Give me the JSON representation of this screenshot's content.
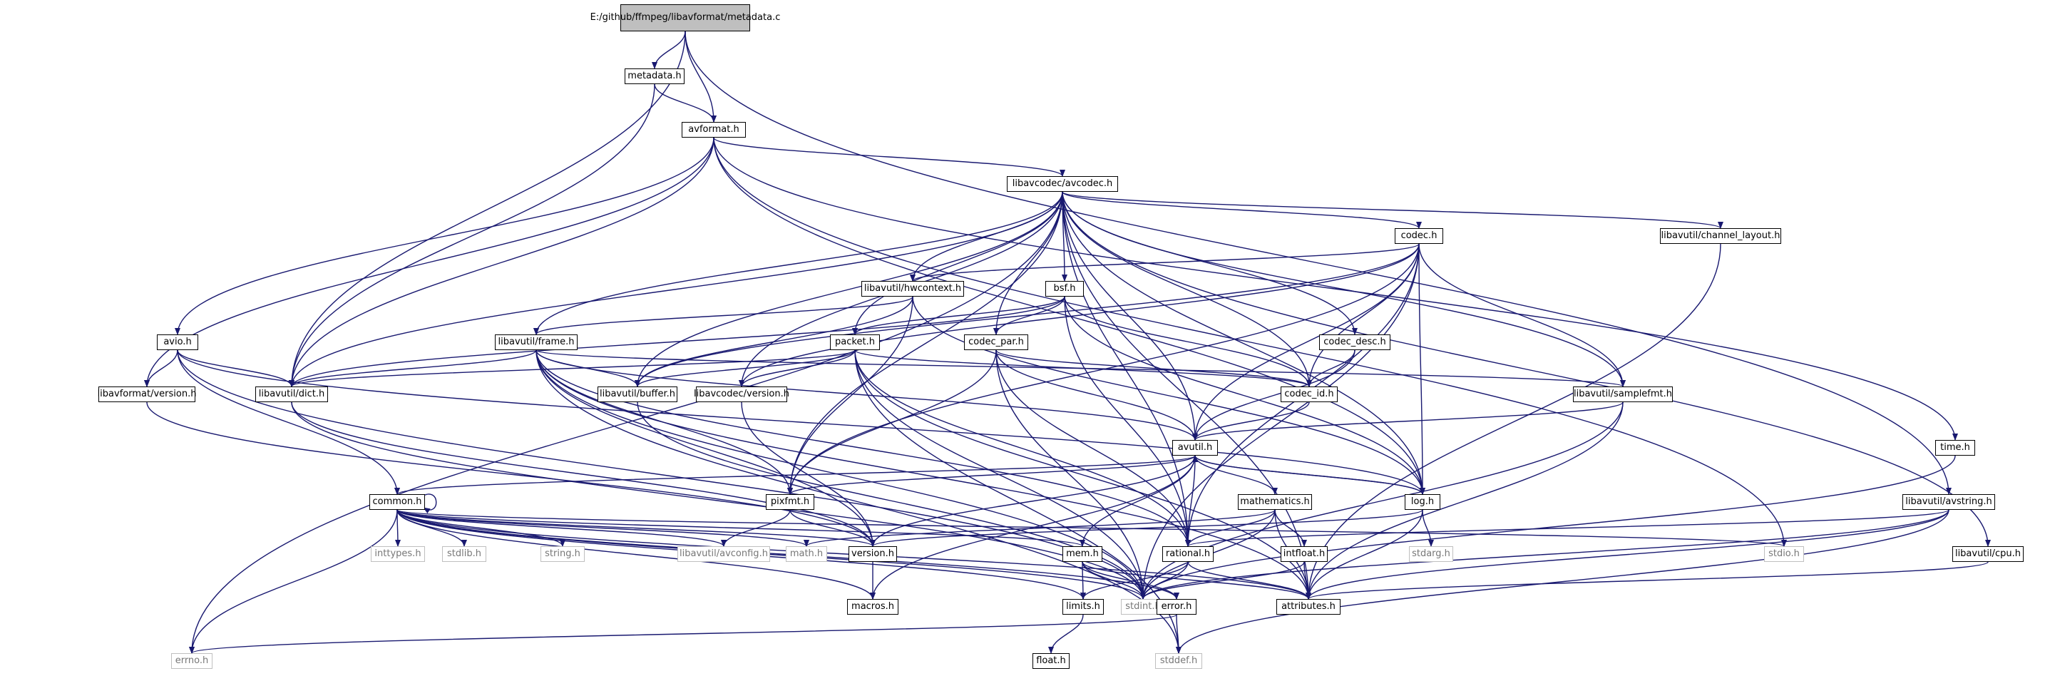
{
  "colors": {
    "edge": "#191970",
    "root_fill": "#bfbfbf",
    "system_border": "#bfbfbf",
    "system_text": "#777777"
  },
  "nodes": {
    "root": "E:/github/ffmpeg/libavformat/metadata.c",
    "metadata_h": "metadata.h",
    "avformat_h": "avformat.h",
    "avcodec_h": "libavcodec/avcodec.h",
    "codec_h": "codec.h",
    "channel_layout_h": "libavutil/channel_layout.h",
    "hwcontext_h": "libavutil/hwcontext.h",
    "bsf_h": "bsf.h",
    "avio_h": "avio.h",
    "frame_h": "libavutil/frame.h",
    "packet_h": "packet.h",
    "codec_par_h": "codec_par.h",
    "codec_desc_h": "codec_desc.h",
    "lavf_version_h": "libavformat/version.h",
    "dict_h": "libavutil/dict.h",
    "buffer_h": "libavutil/buffer.h",
    "lavc_version_h": "libavcodec/version.h",
    "codec_id_h": "codec_id.h",
    "samplefmt_h": "libavutil/samplefmt.h",
    "time_h": "time.h",
    "avutil_h": "avutil.h",
    "common_h": "common.h",
    "pixfmt_h": "pixfmt.h",
    "log_h": "log.h",
    "mathematics_h": "mathematics.h",
    "avstring_h": "libavutil/avstring.h",
    "inttypes_h": "inttypes.h",
    "stdlib_h": "stdlib.h",
    "string_h": "string.h",
    "avconfig_h": "libavutil/avconfig.h",
    "math_h": "math.h",
    "version_h": "version.h",
    "mem_h": "mem.h",
    "rational_h": "rational.h",
    "intfloat_h": "intfloat.h",
    "stdarg_h": "stdarg.h",
    "stdio_h": "stdio.h",
    "cpu_h": "libavutil/cpu.h",
    "macros_h": "macros.h",
    "limits_h": "limits.h",
    "stdint_h": "stdint.h",
    "attributes_h": "attributes.h",
    "error_h": "error.h",
    "errno_h": "errno.h",
    "float_h": "float.h",
    "stddef_h": "stddef.h"
  }
}
